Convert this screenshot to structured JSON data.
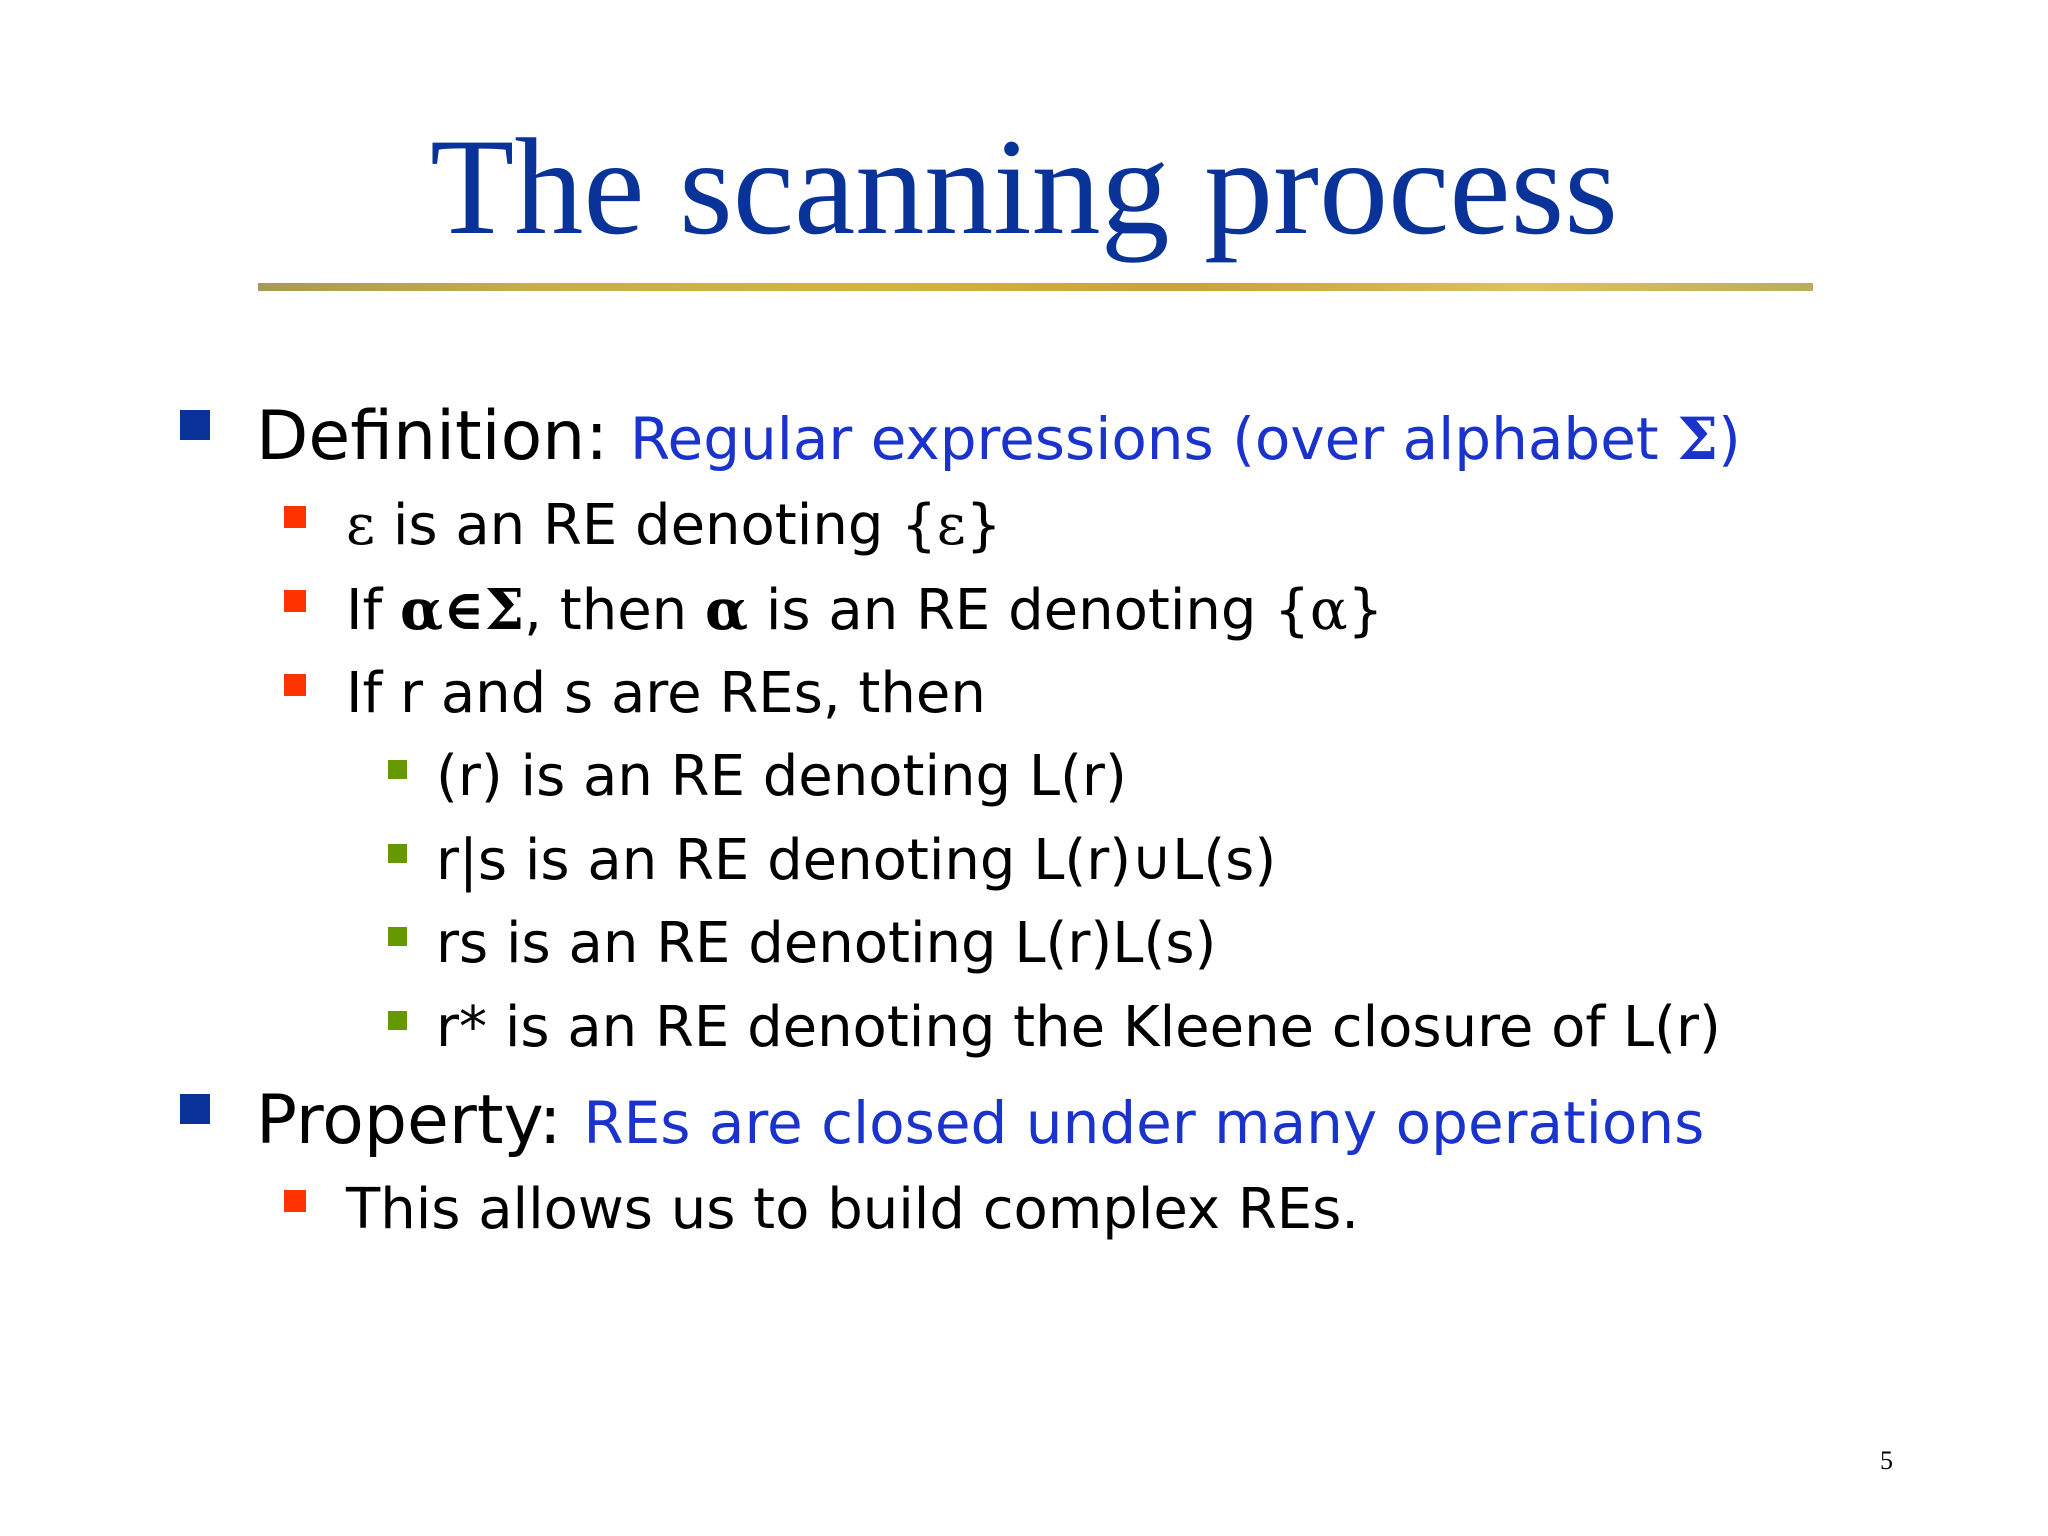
{
  "slide": {
    "title": "The scanning process",
    "page_number": "5",
    "colors": {
      "title": "#0a3399",
      "accent_text": "#1a33cc",
      "bullet_level1": "#0a3399",
      "bullet_level2": "#ff3300",
      "bullet_level3": "#669900",
      "rule": "#c8ad4a"
    },
    "items": [
      {
        "level": 1,
        "label": "Definition:",
        "accent": "Regular expressions (over alphabet ",
        "accent_sym": "Σ",
        "accent_end": ")"
      },
      {
        "level": 2,
        "sym_pre": "ε",
        "text": " is an RE denoting {",
        "sym_mid": "ε",
        "text_end": "}"
      },
      {
        "level": 2,
        "text_pre": "If ",
        "sym_pre": "α∈Σ",
        "text": ", then ",
        "sym_mid": "α",
        "text_mid": " is an RE denoting {",
        "sym_end": "α",
        "text_end": "}"
      },
      {
        "level": 2,
        "text": "If r and s are REs, then"
      },
      {
        "level": 3,
        "text": "(r) is an RE denoting L(r)"
      },
      {
        "level": 3,
        "text": "r|s is an RE denoting L(r)∪L(s)"
      },
      {
        "level": 3,
        "text": "rs is an RE denoting L(r)L(s)"
      },
      {
        "level": 3,
        "text": "r* is an RE denoting the Kleene closure of L(r)"
      },
      {
        "level": 1,
        "label": "Property:",
        "accent": "REs are closed under many operations"
      },
      {
        "level": 2,
        "text": "This allows us to build complex REs."
      }
    ]
  }
}
